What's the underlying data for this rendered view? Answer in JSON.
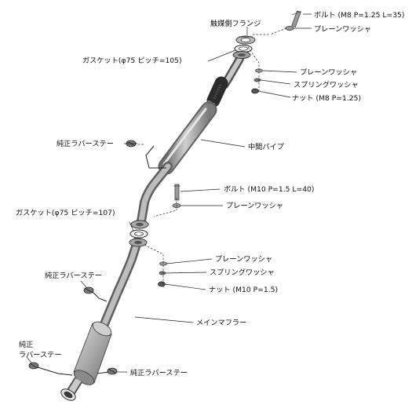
{
  "labels": {
    "catalyst_flange": "触媒側フランジ",
    "bolt_m8": "ボルト (M8 P=1.25 L=35)",
    "plain_washer_top": "プレーンワッシャ",
    "gasket_105": "ガスケット(φ75 ピッチ=105)",
    "plain_washer_2": "プレーンワッシャ",
    "spring_washer_1": "スプリングワッシャ",
    "nut_m8": "ナット (M8 P=1.25)",
    "rubber_stay_1": "純正ラバーステー",
    "middle_pipe": "中間パイプ",
    "bolt_m10": "ボルト (M10 P=1.5 L=40)",
    "plain_washer_3": "プレーンワッシャ",
    "gasket_107": "ガスケット(φ75 ピッチ=107)",
    "plain_washer_4": "プレーンワッシャ",
    "rubber_stay_2": "純正ラバーステー",
    "spring_washer_2": "スプリングワッシャ",
    "nut_m10": "ナット (M10 P=1.5)",
    "main_muffler": "メインマフラー",
    "rubber_stay_3_line1": "純正",
    "rubber_stay_3_line2": "ラバーステー",
    "rubber_stay_4": "純正ラバーステー"
  }
}
